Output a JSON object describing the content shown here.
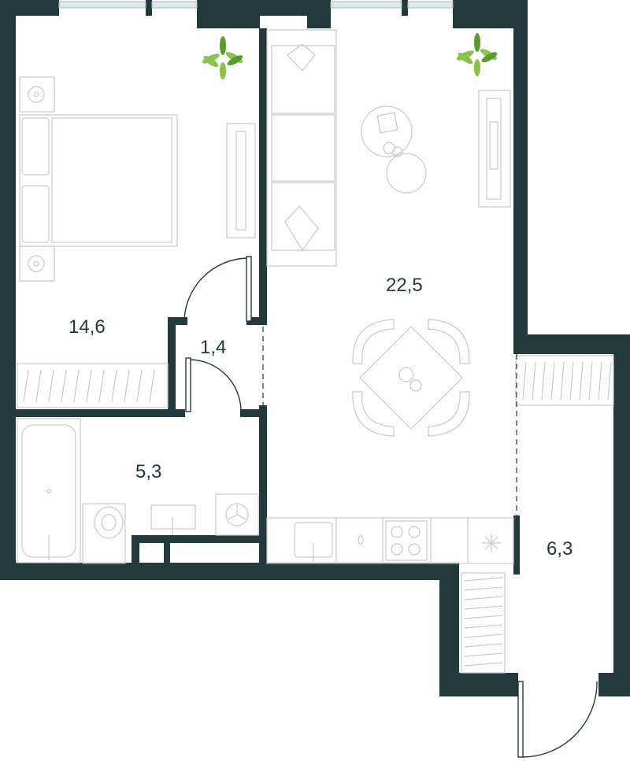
{
  "rooms": [
    {
      "id": "bedroom",
      "area": "14,6"
    },
    {
      "id": "hall",
      "area": "1,4"
    },
    {
      "id": "bathroom",
      "area": "5,3"
    },
    {
      "id": "living-kitchen",
      "area": "22,5"
    },
    {
      "id": "balcony",
      "area": "6,3"
    }
  ],
  "colors": {
    "wall": "#22393d",
    "furniture_line": "#c9c9c9",
    "plant": "#8bc34a",
    "window_glass": "#dfe9ec"
  }
}
